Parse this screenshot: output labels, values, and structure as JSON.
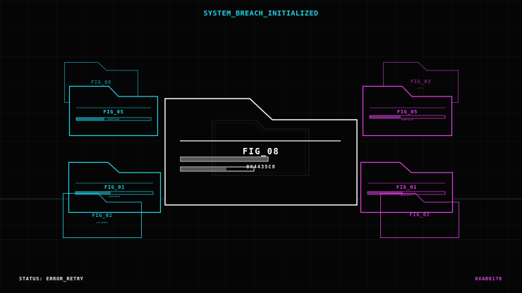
{
  "header": {
    "title": "SYSTEM_BREACH_INITIALIZED"
  },
  "footer": {
    "status": "STATUS: ERROR_RETRY",
    "code": "0XAB6178"
  },
  "main_folder": {
    "label": "FIG_08",
    "hex": "0X4435C8"
  },
  "left_folders": [
    {
      "label": "FIG_08",
      "sub": ""
    },
    {
      "label": "FIG_05",
      "sub": "0X8F3A1E"
    },
    {
      "label": "FIG_01",
      "sub": "0X4C2D77"
    },
    {
      "label": "FIG_02",
      "sub": "0X19EB05"
    }
  ],
  "right_folders": [
    {
      "label": "FIG_03",
      "sub": "0X5A"
    },
    {
      "label": "FIG_05",
      "sub": "0X8F3A1E"
    },
    {
      "label": "FIG_01",
      "sub": "0X4C2D77"
    },
    {
      "label": "FIG_02",
      "sub": ""
    }
  ],
  "colors": {
    "cyan": "#22d3e6",
    "magenta": "#e040e8",
    "white": "#ffffff",
    "background": "#050505"
  }
}
